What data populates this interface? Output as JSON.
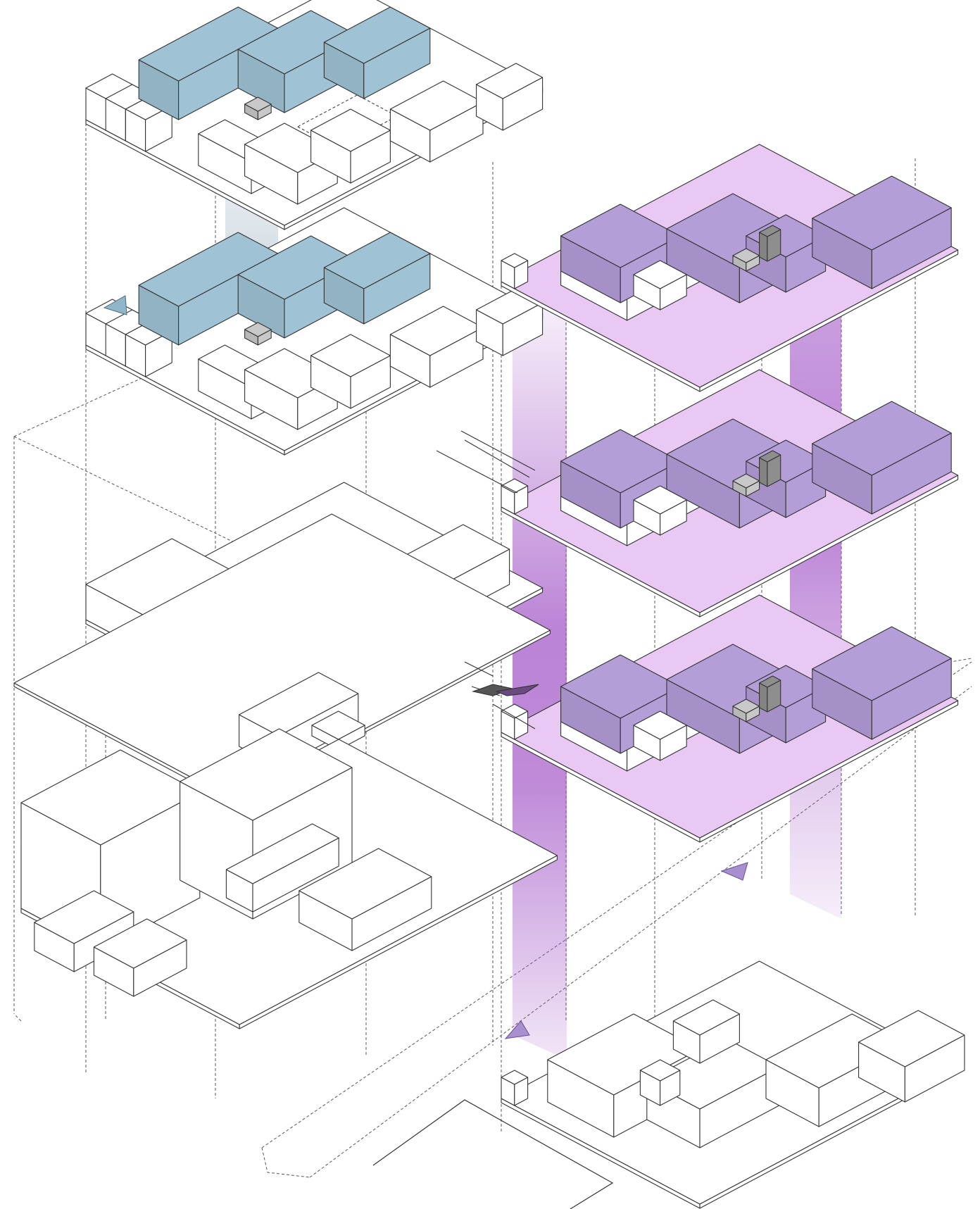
{
  "diagram": {
    "kind": "exploded axonometric building diagram",
    "towers": [
      {
        "side": "left",
        "levels": 5,
        "highlighted_levels": 2
      },
      {
        "side": "right",
        "levels": 4,
        "highlighted_levels": 3
      }
    ],
    "colors": {
      "ink": "#3a3a3a",
      "blue_fill": "#9fc3d5",
      "purple_fill": "#b39ed8",
      "purple_light": "#e9c8f3",
      "purple_core": "#a45ac8",
      "gray_fill": "#c8c8c8",
      "dark_gray_fill": "#8e8e8e",
      "blue_shaft": "#6f8fa8"
    },
    "text_labels": []
  }
}
